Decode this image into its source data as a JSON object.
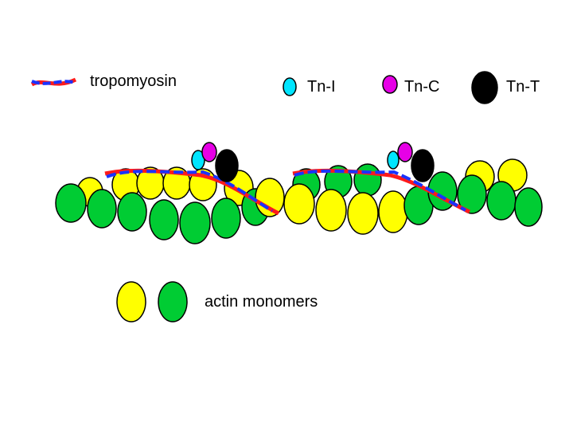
{
  "legend": {
    "tropomyosin": "tropomyosin",
    "tn_i": "Tn-I",
    "tn_c": "Tn-C",
    "tn_t": "Tn-T",
    "actin": "actin monomers"
  },
  "colors": {
    "actin_yellow": "#ffff00",
    "actin_green": "#00cc33",
    "tropomyosin_red": "#ff1a1a",
    "tropomyosin_blue": "#1a33ff",
    "tn_i": "#00e5ff",
    "tn_c": "#e600e6",
    "tn_t": "#000000",
    "outline": "#000000"
  }
}
